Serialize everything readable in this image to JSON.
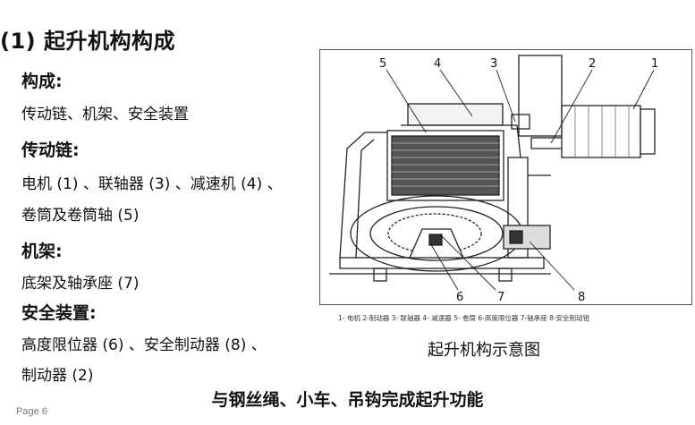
{
  "title": "(1) 起升机构构成",
  "sections": [
    {
      "heading": "构成:",
      "lines": [
        "传动链、机架、安全装置"
      ]
    },
    {
      "heading": "传动链:",
      "lines": [
        "电机 (1) 、联轴器 (3) 、减速机 (4) 、",
        "卷筒及卷筒轴 (5)"
      ]
    },
    {
      "heading": "机架:",
      "lines": [
        "底架及轴承座 (7)"
      ]
    },
    {
      "heading": "安全装置:",
      "lines": [
        "高度限位器 (6) 、安全制动器 (8) 、",
        "制动器 (2)"
      ]
    }
  ],
  "figure": {
    "callouts": [
      "1",
      "2",
      "3",
      "4",
      "5",
      "6",
      "7",
      "8"
    ],
    "legend": "1- 电机 2-制动器 3- 联轴器 4- 减速器 5- 卷筒 6-高度限位器 7-轴承座 8-安全制动钳",
    "caption": "起升机构示意图"
  },
  "footer": "与钢丝绳、小车、吊钩完成起升功能",
  "page_label": "Page 6"
}
